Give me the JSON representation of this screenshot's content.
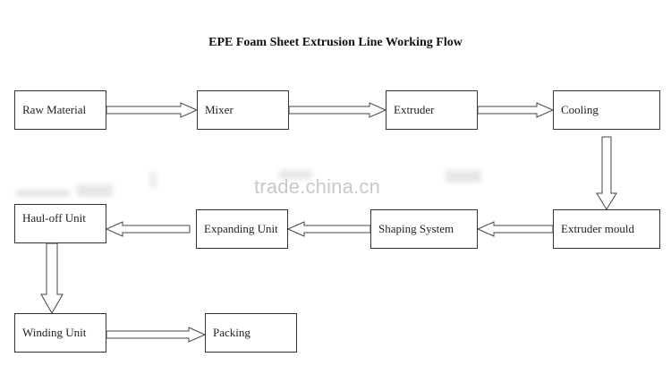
{
  "title": "EPE Foam Sheet Extrusion Line Working Flow",
  "watermark": "trade.china.cn",
  "nodes": {
    "raw_material": "Raw Material",
    "mixer": "Mixer",
    "extruder": "Extruder",
    "cooling": "Cooling",
    "extruder_mould": "Extruder mould",
    "shaping_system": "Shaping System",
    "expanding_unit": "Expanding Unit",
    "haul_off_unit": "Haul-off Unit",
    "winding_unit": "Winding Unit",
    "packing": "Packing"
  }
}
